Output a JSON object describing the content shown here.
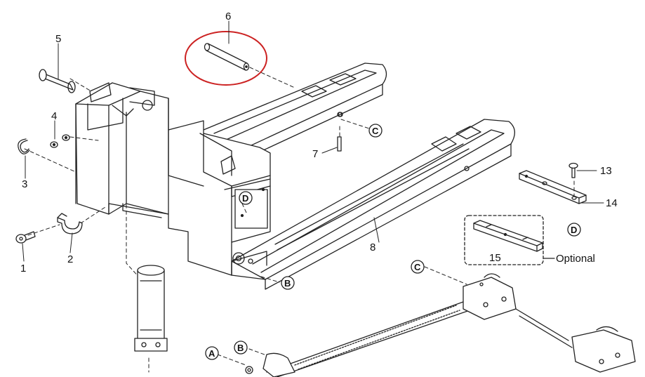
{
  "part_labels": {
    "p1": "1",
    "p2": "2",
    "p3": "3",
    "p4": "4",
    "p5": "5",
    "p6": "6",
    "p7": "7",
    "p8": "8",
    "p13": "13",
    "p14": "14",
    "p15": "15"
  },
  "callouts": {
    "a": "A",
    "b": "B",
    "c": "C",
    "d": "D"
  },
  "optional_label": "Optional",
  "highlight_color": "#cc2222"
}
